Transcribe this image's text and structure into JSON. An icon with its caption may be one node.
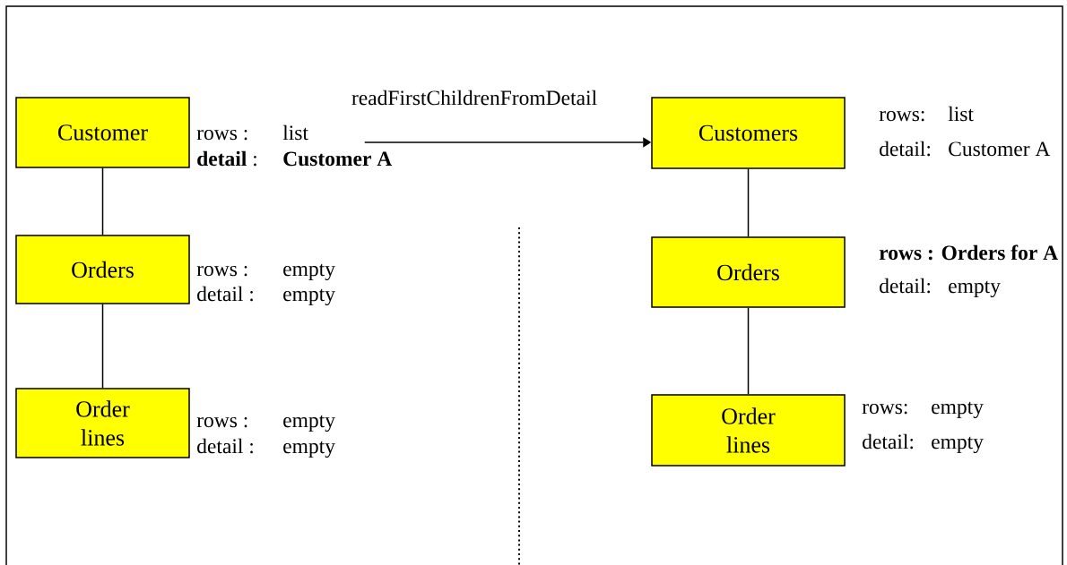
{
  "diagram": {
    "nodes": [
      {
        "text": [
          "Customer"
        ],
        "beside": [
          "rows :",
          "list",
          "**detail** :",
          "Customer A"
        ]
      },
      {
        "text": [
          "Orders"
        ],
        "beside": [
          "rows :",
          "empty",
          "detail :",
          "empty"
        ]
      },
      {
        "text": [
          "Order lines"
        ],
        "beside": [
          "rows :",
          "empty",
          "detail :",
          "empty"
        ]
      },
      {
        "text": [
          "Customers"
        ],
        "beside": [
          "rows:",
          "list",
          "detail:",
          "Customer A"
        ]
      },
      {
        "text": [
          "Orders"
        ],
        "beside": [
          "rows : Orders for A",
          "detail:",
          "empty"
        ]
      },
      {
        "text": [
          "Order lines"
        ],
        "beside": [
          "rows:",
          "empty",
          "detail:",
          "empty"
        ]
      }
    ],
    "edges": [
      {
        "from": 0,
        "to": 1,
        "arrow": "none"
      },
      {
        "from": 1,
        "to": 2,
        "arrow": "none"
      },
      {
        "from": 0,
        "to": 3,
        "arrow": "to",
        "label": "readFirstChildrenFromDetail"
      },
      {
        "from": 3,
        "to": 4,
        "arrow": "none"
      },
      {
        "from": 4,
        "to": 5,
        "arrow": "none"
      }
    ]
  }
}
